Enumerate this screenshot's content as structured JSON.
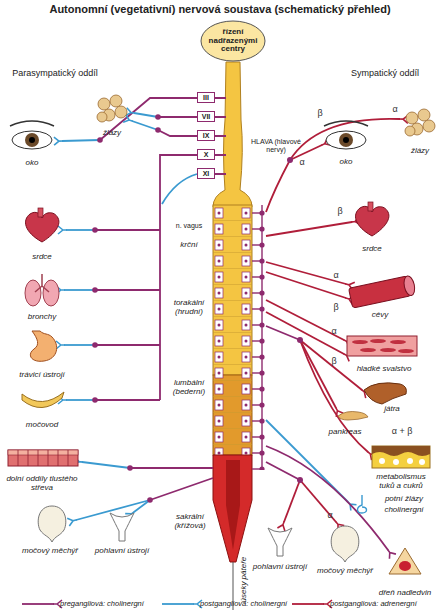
{
  "diagram": {
    "title": "Autonomní (vegetativní) nervová soustava (schematický přehled)",
    "nodes": [
      {
        "text": [
          "řízení nadřazenými centry"
        ]
      }
    ],
    "labels": [
      "Parasympatický oddíl",
      "Sympatický oddíl",
      "III",
      "VII",
      "IX",
      "X",
      "XI",
      "HLAVA (hlavové nervy)",
      "n. vagus",
      "krční",
      "torakální (hrudní)",
      "lumbální (bederní)",
      "sakrální (křížová)",
      "úseky páteře",
      "oko",
      "žlázy",
      "srdce",
      "bronchy",
      "trávicí ústrojí",
      "močovod",
      "dolní oddíly tlustého střeva",
      "močový měchýř",
      "pohlavní ústrojí",
      "oko",
      "žlázy",
      "srdce",
      "cévy",
      "hladké svalstvo",
      "játra",
      "pankreas",
      "metabolismus tuků a cukrů",
      "potní žlázy",
      "cholinergní",
      "dřeň nadledvin",
      "pohlavní ústrojí",
      "močový měchýř",
      "β",
      "α",
      "α",
      "β",
      "α",
      "β",
      "α",
      "β",
      "α + β",
      "α"
    ],
    "legend": [
      {
        "text": "pregangliová: cholinergní"
      },
      {
        "text": "postgangliová: cholinergní"
      },
      {
        "text": "postgangliová: adrenergní"
      }
    ]
  }
}
